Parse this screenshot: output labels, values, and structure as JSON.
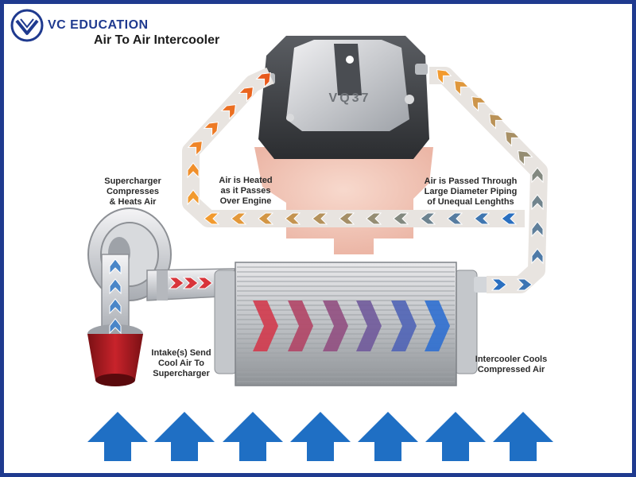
{
  "brand": {
    "logo_name": "VC EDUCATION",
    "logo_icon": "vc-education-logo-icon",
    "color": "#1f3a8f"
  },
  "title": "Air To Air Intercooler",
  "labels": {
    "supercharger": "Supercharger\nCompresses\n& Heats Air",
    "heated": "Air is Heated\nas it Passes\nOver Engine",
    "piping": "Air is Passed Through\nLarge Diameter Piping\nof Unequal Lenghths",
    "intake": "Intake(s) Send\nCool Air To\nSupercharger",
    "intercooler": "Intercooler Cools\nCompressed Air"
  },
  "engine": {
    "cover_text": "VQ37"
  },
  "colors": {
    "hot": "#e85a1c",
    "warm": "#f29a2e",
    "neutral": "#8c8c7a",
    "cool": "#2a6fc0",
    "compressed": "#d8343a",
    "ambient_arrow": "#1f6fc4",
    "frame": "#1f3a8f"
  }
}
